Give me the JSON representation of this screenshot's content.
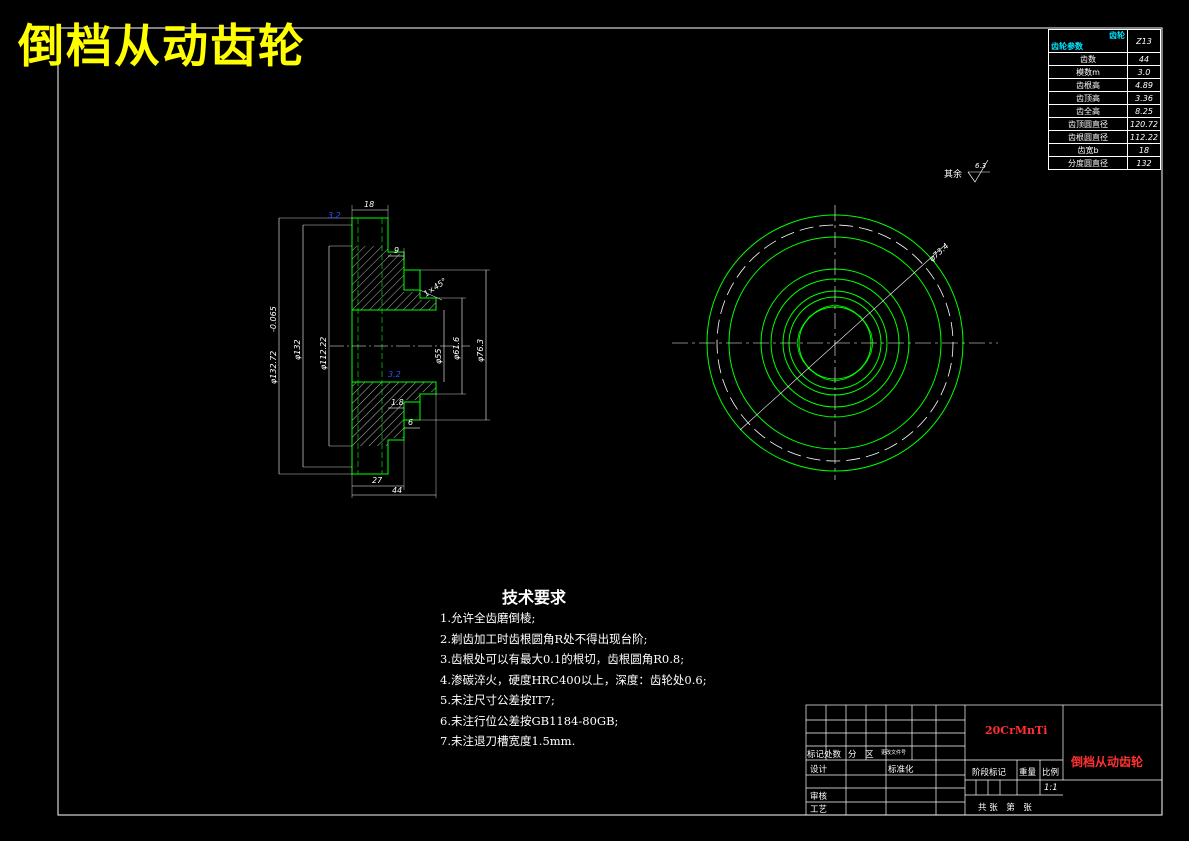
{
  "drawing": {
    "title": "倒档从动齿轮",
    "surface_note": "其余",
    "roughness": "6.3"
  },
  "gear_params": {
    "header_left": "齿轮参数",
    "header_right": "齿轮",
    "header_code": "Z13",
    "rows": [
      {
        "label": "齿数",
        "value": "44"
      },
      {
        "label": "模数m",
        "value": "3.0"
      },
      {
        "label": "齿根高",
        "value": "4.89"
      },
      {
        "label": "齿顶高",
        "value": "3.36"
      },
      {
        "label": "齿全高",
        "value": "8.25"
      },
      {
        "label": "齿顶圆直径",
        "value": "120.72"
      },
      {
        "label": "齿根圆直径",
        "value": "112.22"
      },
      {
        "label": "齿宽b",
        "value": "18"
      },
      {
        "label": "分度圆直径",
        "value": "132"
      }
    ]
  },
  "dimensions": {
    "d_tip": "φ132.72",
    "d_tip_tol": "-0.065",
    "d_pitch": "φ132",
    "d_root": "φ112.22",
    "d_bore": "φ55",
    "d_hub": "φ61.6",
    "d_outer_hub": "φ76.3",
    "width_teeth": "18",
    "width_step": "9",
    "width_total": "44",
    "width_body": "27",
    "width_small_a": "1.8",
    "width_small_b": "6",
    "chamfer": "1×45°",
    "roughness_small": "3.2",
    "side_diameter": "φ73.4"
  },
  "tech": {
    "heading": "技术要求",
    "items": [
      "1.允许全齿磨倒棱;",
      "2.剃齿加工时齿根圆角R处不得出现台阶;",
      "3.齿根处可以有最大0.1的根切，齿根圆角R0.8;",
      "4.渗碳淬火，硬度HRC400以上，深度：齿轮处0.6;",
      "5.未注尺寸公差按IT7;",
      "6.未注行位公差按GB1184-80GB;",
      "7.未注退刀槽宽度1.5mm."
    ]
  },
  "title_block": {
    "material": "20CrMnTi",
    "part_name": "倒档从动齿轮",
    "labels": {
      "revision": "标记处数",
      "zone": "分　区",
      "change_doc": "更改文件号",
      "design": "设计",
      "standardize": "标准化",
      "stage_mark": "阶段标记",
      "weight": "重量",
      "scale": "比例",
      "review": "审核",
      "process": "工艺",
      "sheets": "共 张　第　张"
    },
    "scale_value": "1:1"
  },
  "colors": {
    "line": "#ffffff",
    "gear": "#00ff00",
    "title": "#ffff00",
    "accent": "#ff3030",
    "dim_blue": "#2b50ff"
  }
}
